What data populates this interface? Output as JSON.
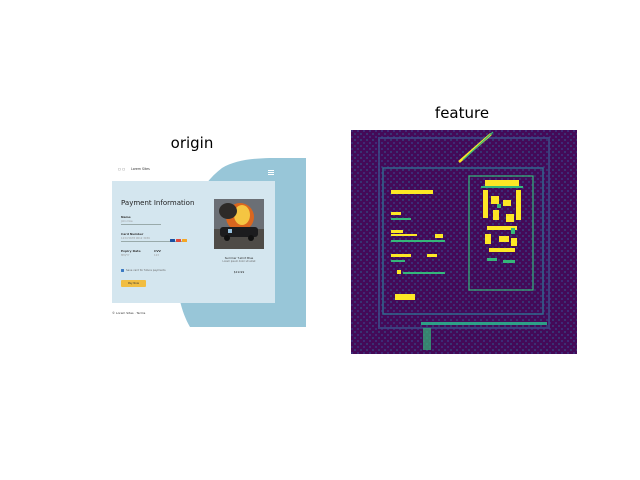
{
  "panels": {
    "left_title": "origin",
    "right_title": "feature"
  },
  "origin": {
    "site_name": "Lorem Sites",
    "payment_title": "Payment Information",
    "field_name_label": "Name",
    "field_name_value": "John Doe",
    "field_card_label": "Card Number",
    "field_card_value": "1234 5678 9012 3456",
    "field_exp_label": "Expiry Date",
    "field_exp_value": "MM/YY",
    "field_cvv_label": "CVV",
    "field_cvv_value": "123",
    "save_label": "Save card for future payments",
    "button_label": "Pay Now",
    "product_name": "Summer T-shirt Blue",
    "product_desc": "Lorem ipsum dolor sit amet",
    "product_price": "$19.99",
    "footer_text": "© Lorem Sites · Terms",
    "colors": {
      "accent_blue": "#98c6d8",
      "card_bg": "#d4e6ef",
      "button": "#f1bd41"
    }
  },
  "feature": {
    "colormap": "viridis",
    "background": "#450a5b",
    "highlight": "#f3e53b"
  }
}
